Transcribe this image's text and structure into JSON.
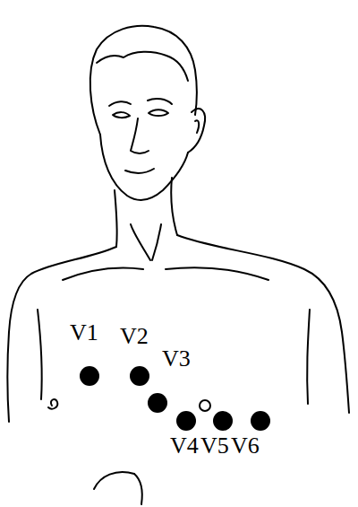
{
  "diagram": {
    "labels": [
      "V1",
      "V2",
      "V3",
      "V4",
      "V5",
      "V6"
    ]
  }
}
